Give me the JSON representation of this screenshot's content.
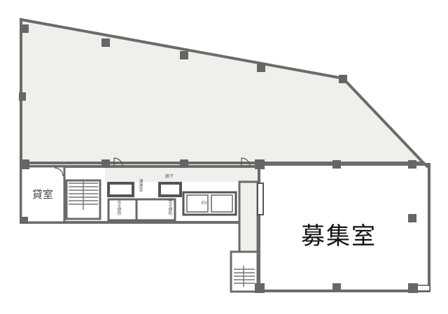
{
  "rooms": {
    "vacant_label": "募集室",
    "leased_label": "貸室",
    "corridor_label": "廊下",
    "kitchenette_label": "湯沸室",
    "womens_restroom_label": "女子便所",
    "mens_restroom_label": "男子便所",
    "elevator_label": "EV"
  },
  "colors": {
    "wall": "#6b6b6b",
    "common_area_fill": "#eef0ec",
    "vacant_fill": "#ffffff"
  }
}
